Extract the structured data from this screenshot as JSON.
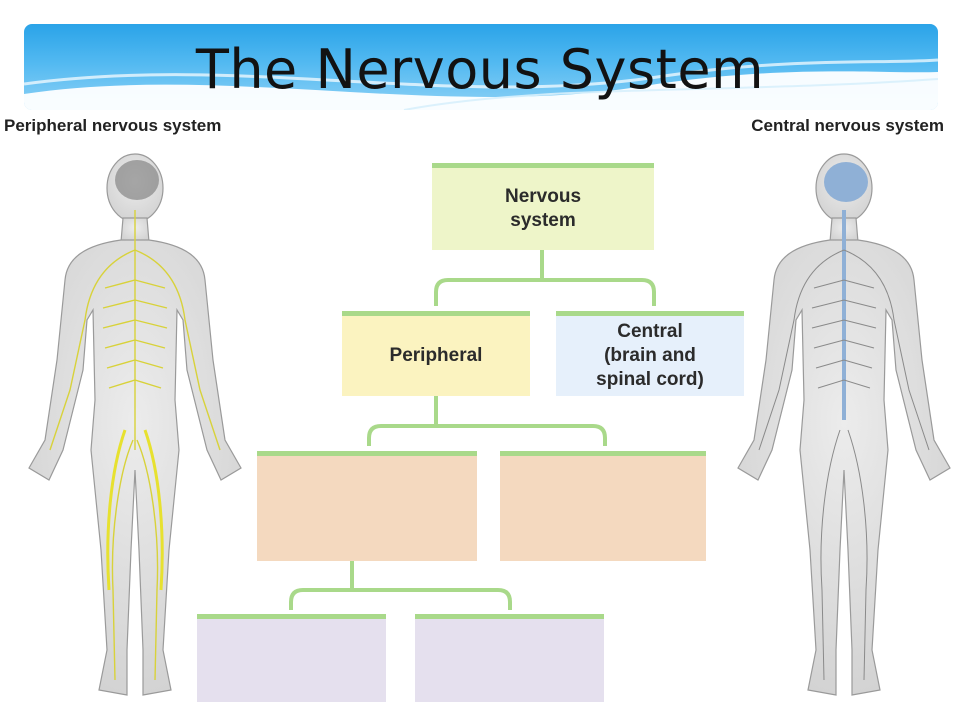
{
  "slide": {
    "title": "The Nervous System",
    "left_label": "Peripheral nervous system",
    "right_label": "Central nervous system"
  },
  "diagram": {
    "root": "Nervous\nsystem",
    "level1": [
      {
        "label": "Peripheral"
      },
      {
        "label": "Central\n(brain and\nspinal cord)"
      }
    ],
    "level2": [
      {
        "label": ""
      },
      {
        "label": ""
      }
    ],
    "level3": [
      {
        "label": ""
      },
      {
        "label": ""
      }
    ]
  },
  "colors": {
    "banner_accent": "#2aa3e8",
    "connector": "#a9d98a",
    "root_fill": "#eef5c9",
    "peripheral_fill": "#fbf3c0",
    "central_fill": "#e6f0fb",
    "level2_fill": "#f4d9bf",
    "level3_fill": "#e5e0ee",
    "peripheral_nerves": "#d8d23a",
    "central_nerves": "#8fb0d6"
  }
}
